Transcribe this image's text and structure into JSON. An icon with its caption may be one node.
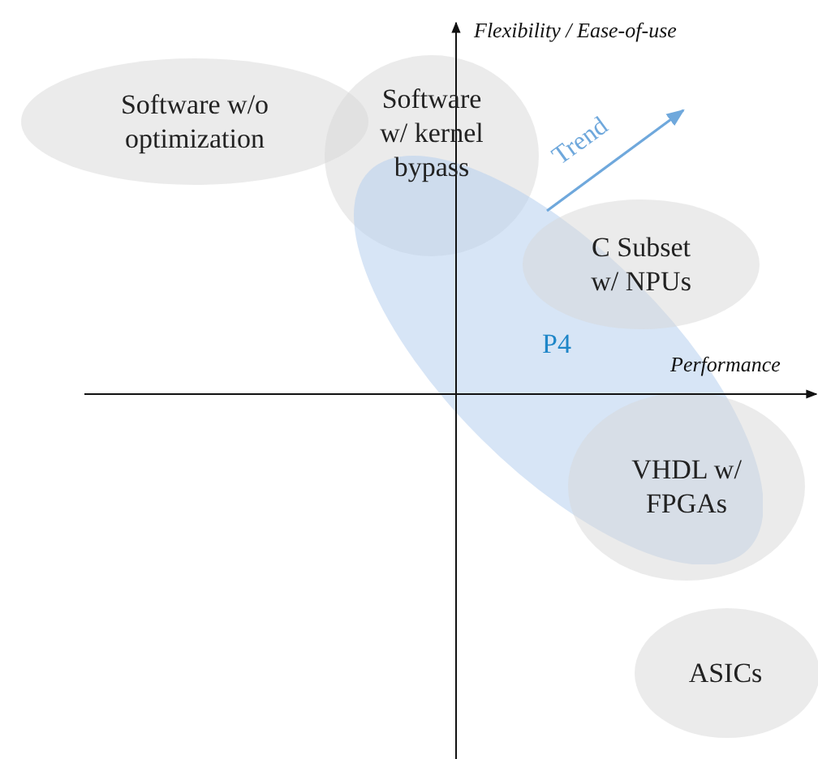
{
  "diagram": {
    "nodes": [
      {
        "text": [
          "Software w/o optimization"
        ]
      },
      {
        "text": [
          "Software w/ kernel bypass"
        ]
      },
      {
        "text": [
          "P4"
        ]
      },
      {
        "text": [
          "C Subset w/ NPUs"
        ]
      },
      {
        "text": [
          "VHDL w/ FPGAs"
        ]
      },
      {
        "text": [
          "ASICs"
        ]
      }
    ],
    "labels": [
      "Flexibility / Ease-of-use",
      "Trend",
      "Performance"
    ]
  }
}
